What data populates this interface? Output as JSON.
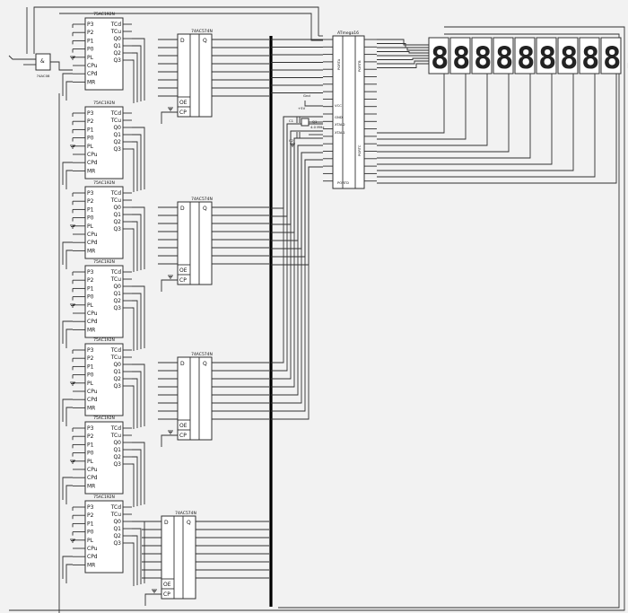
{
  "counter": {
    "part": "75AC192N",
    "pins_left": [
      "P3",
      "P2",
      "P1",
      "P0",
      "PL",
      "CPu",
      "CPd",
      "MR"
    ],
    "pins_right": [
      "TCd",
      "TCu",
      "Q0",
      "Q1",
      "Q2",
      "Q3"
    ]
  },
  "latch": {
    "part": "74AC574N",
    "pin_d": "D",
    "pin_q": "Q",
    "pin_oe": "OE",
    "pin_cp": "CP"
  },
  "mcu": {
    "part": "ATmega16",
    "port_a": "PORTA",
    "port_b": "PORTB",
    "port_c": "PORTC",
    "port_d": "PORTD",
    "vcc": "VCC",
    "gnd": "GND",
    "xtal1": "XTAL1",
    "xtal2": "XTAL2"
  },
  "crystal": {
    "ref": "Q1",
    "value": "4.0 MHz"
  },
  "capacitors": {
    "c1": "C1",
    "c2": "C2"
  },
  "power": {
    "vcc": "+5V",
    "gnd_label": "Gnd"
  },
  "and_gate": {
    "symbol": "&",
    "part": "74AC08"
  },
  "display": {
    "digit_glyph": "8.",
    "digit_count": 9
  },
  "colors": {
    "wire": "#303030",
    "bus": "#000000",
    "background": "#f2f2f2"
  }
}
